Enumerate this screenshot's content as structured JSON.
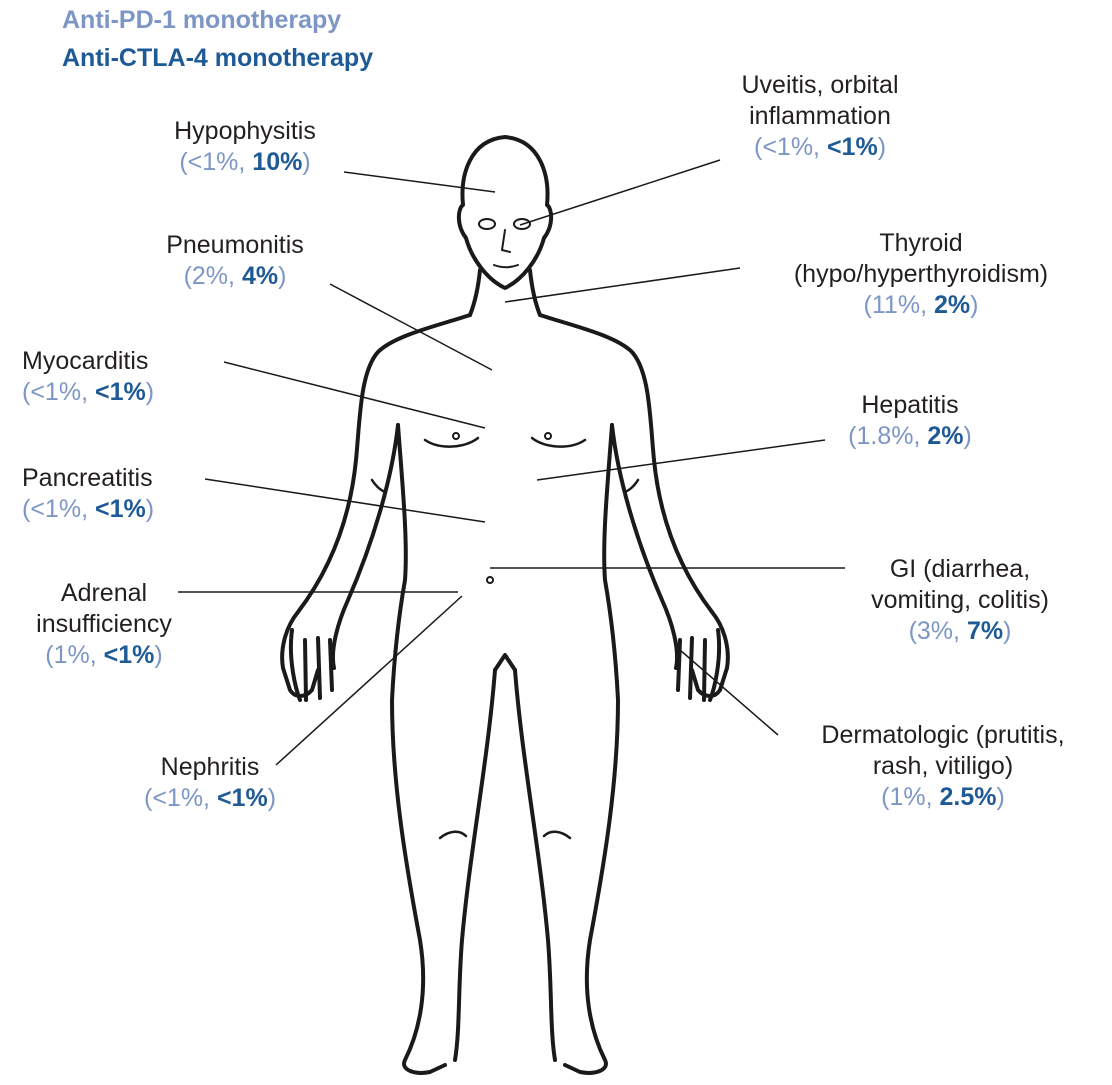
{
  "legend": {
    "pd1": {
      "label": "Anti-PD-1 monotherapy",
      "color": "#7d96c6"
    },
    "ctla4": {
      "label": "Anti-CTLA-4 monotherapy",
      "color": "#1e5a96"
    }
  },
  "labels": {
    "hypophysitis": {
      "name": [
        "Hypophysitis"
      ],
      "pd1": "<1%",
      "ctla4": "10%"
    },
    "uveitis": {
      "name": [
        "Uveitis, orbital",
        "inflammation"
      ],
      "pd1": "<1%",
      "ctla4": "<1%"
    },
    "pneumonitis": {
      "name": [
        "Pneumonitis"
      ],
      "pd1": "2%",
      "ctla4": "4%"
    },
    "thyroid": {
      "name": [
        "Thyroid",
        "(hypo/hyperthyroidism)"
      ],
      "pd1": "11%",
      "ctla4": "2%"
    },
    "myocarditis": {
      "name": [
        "Myocarditis"
      ],
      "pd1": "<1%",
      "ctla4": "<1%"
    },
    "hepatitis": {
      "name": [
        "Hepatitis"
      ],
      "pd1": "1.8%",
      "ctla4": "2%"
    },
    "pancreatitis": {
      "name": [
        "Pancreatitis"
      ],
      "pd1": "<1%",
      "ctla4": "<1%"
    },
    "adrenal": {
      "name": [
        "Adrenal",
        "insufficiency"
      ],
      "pd1": "1%",
      "ctla4": "<1%"
    },
    "gi": {
      "name": [
        "GI (diarrhea,",
        "vomiting, colitis)"
      ],
      "pd1": "3%",
      "ctla4": "7%"
    },
    "nephritis": {
      "name": [
        "Nephritis"
      ],
      "pd1": "<1%",
      "ctla4": "<1%"
    },
    "dermatologic": {
      "name": [
        "Dermatologic (prutitis,",
        "rash, vitiligo)"
      ],
      "pd1": "1%",
      "ctla4": "2.5%"
    }
  },
  "punctuation": {
    "open": "(",
    "comma": ", ",
    "close": ")"
  }
}
